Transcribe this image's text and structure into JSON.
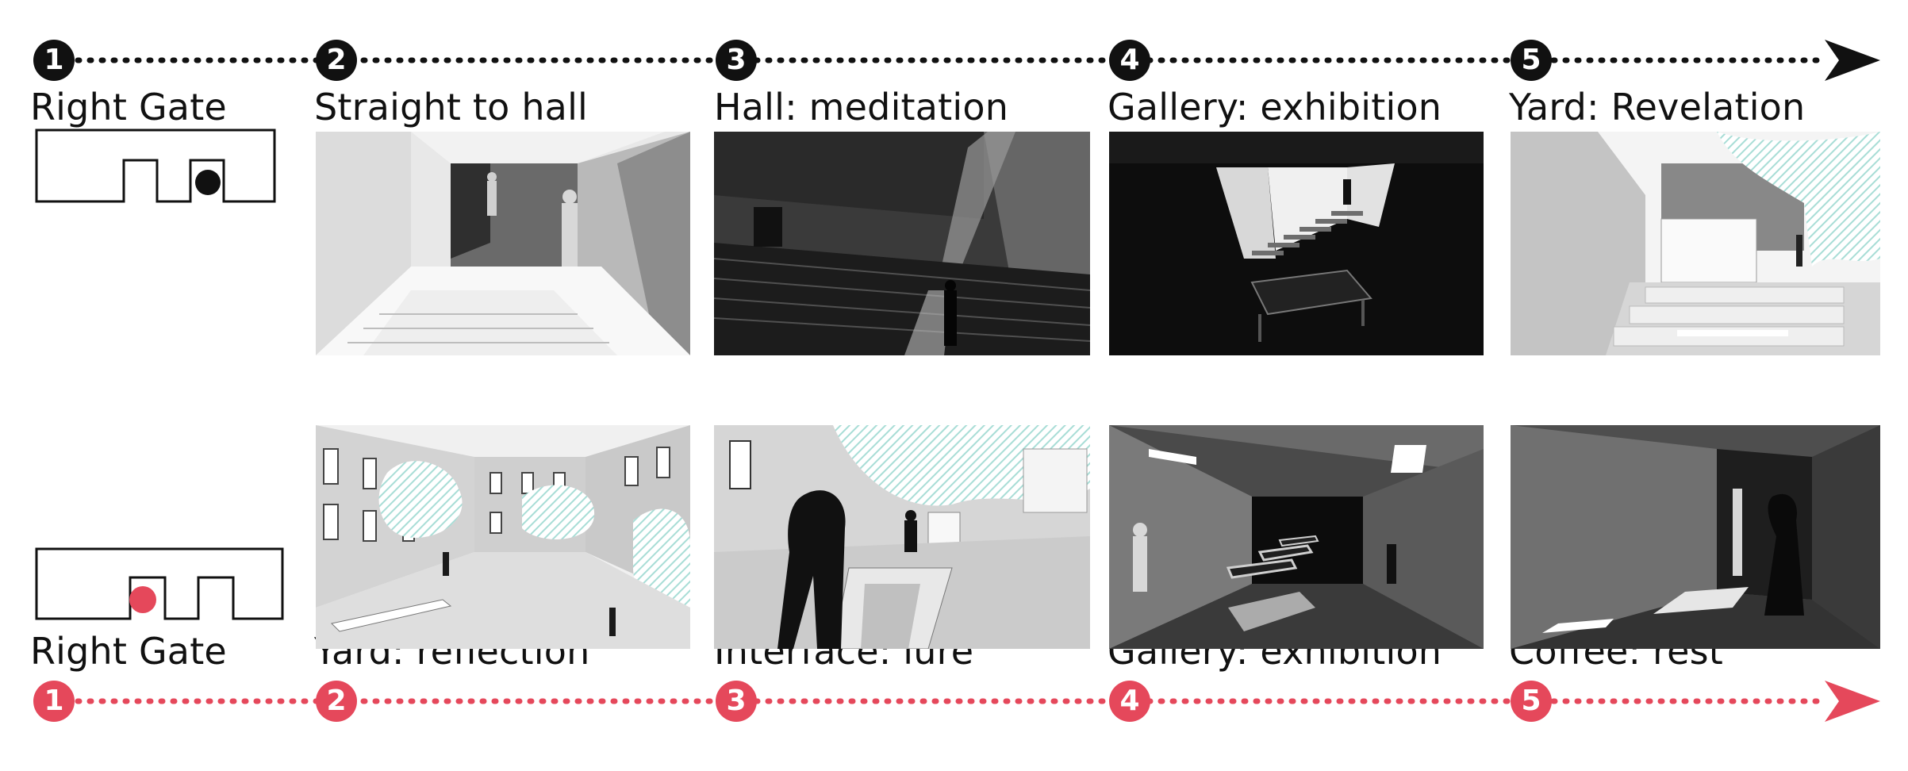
{
  "colors": {
    "top_route": "#111111",
    "bottom_route": "#e5485b",
    "tree_hatch": "#a8ddd6"
  },
  "top_route": {
    "steps": [
      {
        "number": "1",
        "label": "Right Gate"
      },
      {
        "number": "2",
        "label": "Straight to hall"
      },
      {
        "number": "3",
        "label": "Hall: meditation"
      },
      {
        "number": "4",
        "label": "Gallery: exhibition"
      },
      {
        "number": "5",
        "label": "Yard: Revelation"
      }
    ]
  },
  "bottom_route": {
    "steps": [
      {
        "number": "1",
        "label": "Right Gate"
      },
      {
        "number": "2",
        "label": "Yard: reflection"
      },
      {
        "number": "3",
        "label": "Interface: lure"
      },
      {
        "number": "4",
        "label": "Gallery: exhibition"
      },
      {
        "number": "5",
        "label": "Coffee: rest"
      }
    ]
  }
}
